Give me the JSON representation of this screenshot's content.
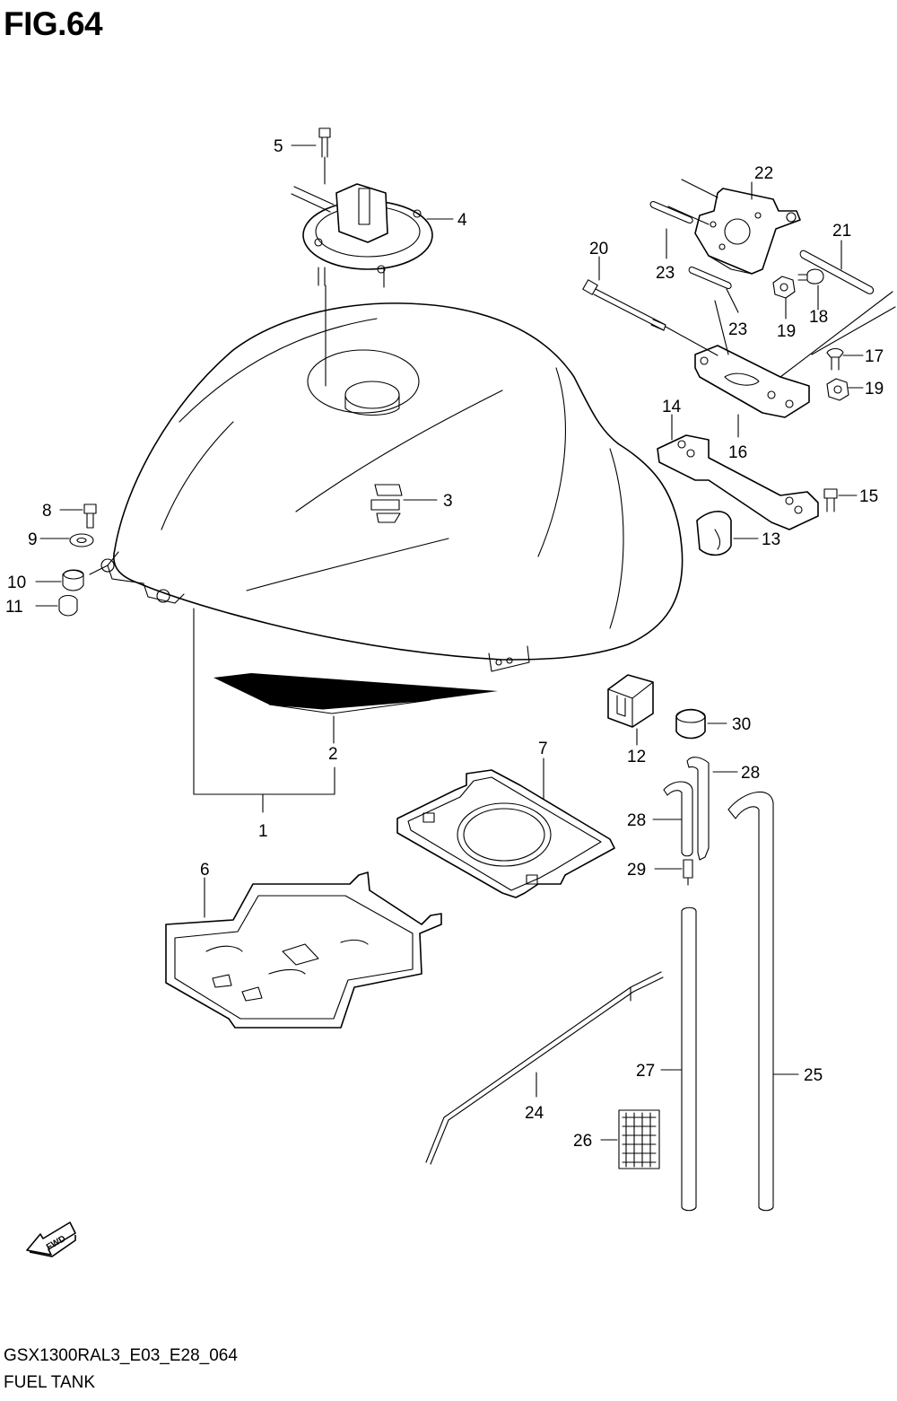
{
  "figure": {
    "title": "FIG.64",
    "code": "GSX1300RAL3_E03_E28_064",
    "name": "FUEL TANK"
  },
  "direction_arrow": {
    "label": "FWD"
  },
  "callouts": [
    {
      "id": "c1",
      "label": "1"
    },
    {
      "id": "c2",
      "label": "2"
    },
    {
      "id": "c3",
      "label": "3"
    },
    {
      "id": "c4",
      "label": "4"
    },
    {
      "id": "c5",
      "label": "5"
    },
    {
      "id": "c6",
      "label": "6"
    },
    {
      "id": "c7",
      "label": "7"
    },
    {
      "id": "c8",
      "label": "8"
    },
    {
      "id": "c9",
      "label": "9"
    },
    {
      "id": "c10",
      "label": "10"
    },
    {
      "id": "c11",
      "label": "11"
    },
    {
      "id": "c12",
      "label": "12"
    },
    {
      "id": "c13",
      "label": "13"
    },
    {
      "id": "c14",
      "label": "14"
    },
    {
      "id": "c15",
      "label": "15"
    },
    {
      "id": "c16",
      "label": "16"
    },
    {
      "id": "c17",
      "label": "17"
    },
    {
      "id": "c18",
      "label": "18"
    },
    {
      "id": "c19a",
      "label": "19"
    },
    {
      "id": "c19b",
      "label": "19"
    },
    {
      "id": "c20",
      "label": "20"
    },
    {
      "id": "c21",
      "label": "21"
    },
    {
      "id": "c22",
      "label": "22"
    },
    {
      "id": "c23a",
      "label": "23"
    },
    {
      "id": "c23b",
      "label": "23"
    },
    {
      "id": "c24",
      "label": "24"
    },
    {
      "id": "c25",
      "label": "25"
    },
    {
      "id": "c26",
      "label": "26"
    },
    {
      "id": "c27",
      "label": "27"
    },
    {
      "id": "c28a",
      "label": "28"
    },
    {
      "id": "c28b",
      "label": "28"
    },
    {
      "id": "c29",
      "label": "29"
    },
    {
      "id": "c30",
      "label": "30"
    }
  ]
}
